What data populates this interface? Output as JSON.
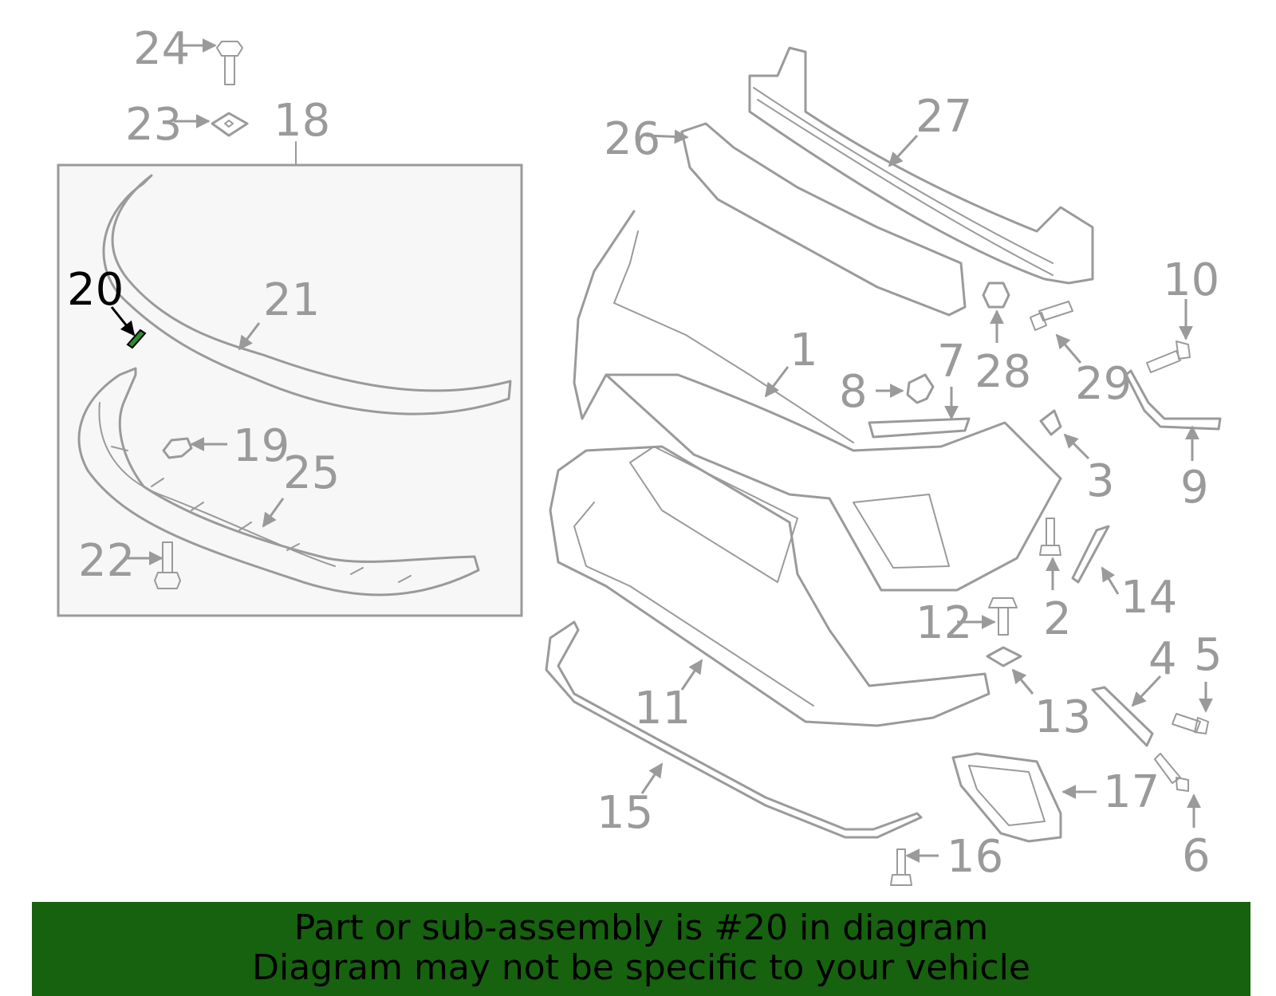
{
  "diagram": {
    "highlighted_part": "20",
    "highlight_color": "#2e8b2e",
    "inset_label": "18",
    "labels": {
      "l1": "1",
      "l2": "2",
      "l3": "3",
      "l4": "4",
      "l5": "5",
      "l6": "6",
      "l7": "7",
      "l8": "8",
      "l9": "9",
      "l10": "10",
      "l11": "11",
      "l12": "12",
      "l13": "13",
      "l14": "14",
      "l15": "15",
      "l16": "16",
      "l17": "17",
      "l18": "18",
      "l19": "19",
      "l20": "20",
      "l21": "21",
      "l22": "22",
      "l23": "23",
      "l24": "24",
      "l25": "25",
      "l26": "26",
      "l27": "27",
      "l28": "28",
      "l29": "29"
    }
  },
  "banner": {
    "line1": "Part or sub-assembly is #20 in diagram",
    "line2": "Diagram may not be specific to your vehicle",
    "background": "#17620f"
  }
}
